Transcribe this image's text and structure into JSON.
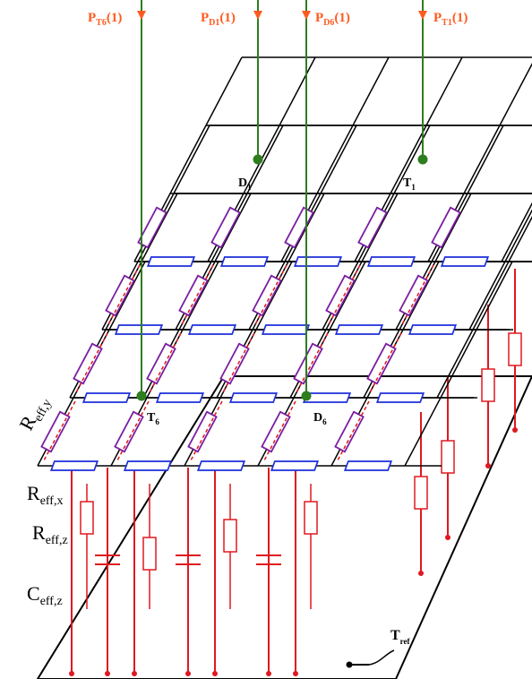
{
  "colors": {
    "power": "#ff5a1f",
    "wire": "#2e7d1f",
    "resistor_x": "#1c2fd9",
    "resistor_y": "#7b1fa2",
    "ground": "#e0181f",
    "grid": "#000000"
  },
  "power_inputs": [
    {
      "label": "P",
      "sub": "T6",
      "suffix": "(1)"
    },
    {
      "label": "P",
      "sub": "D1",
      "suffix": "(1)"
    },
    {
      "label": "P",
      "sub": "D6",
      "suffix": "(1)"
    },
    {
      "label": "P",
      "sub": "T1",
      "suffix": "(1)"
    }
  ],
  "nodes": [
    {
      "label": "D",
      "sub": "1"
    },
    {
      "label": "T",
      "sub": "1"
    },
    {
      "label": "T",
      "sub": "6"
    },
    {
      "label": "D",
      "sub": "6"
    }
  ],
  "side_labels": [
    {
      "label": "R",
      "sub": "eff,y"
    },
    {
      "label": "R",
      "sub": "eff,x"
    },
    {
      "label": "R",
      "sub": "eff,z"
    },
    {
      "label": "C",
      "sub": "eff,z"
    }
  ],
  "reference": {
    "label": "T",
    "sub": "ref"
  }
}
